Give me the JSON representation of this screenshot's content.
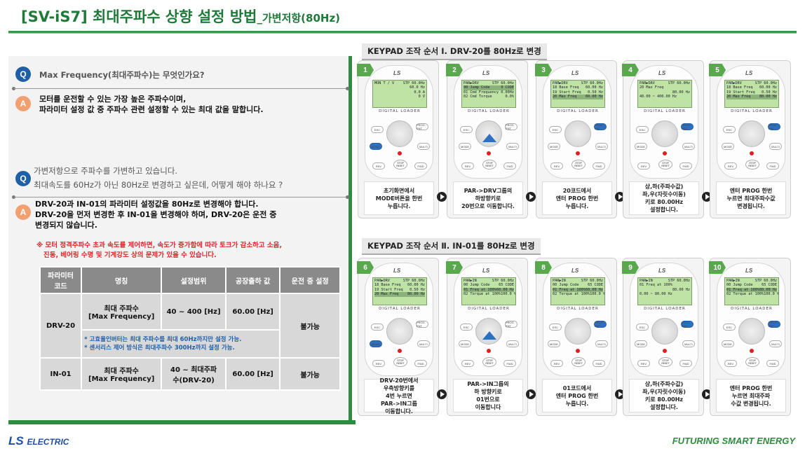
{
  "title": {
    "main": "[SV-iS7] 최대주파수 상향 설정 방법",
    "sub": "_가변저항(80Hz)"
  },
  "qa": {
    "q1": "Max Frequency(최대주파수)는 무엇인가요?",
    "a1": [
      "모터를 운전할 수 있는 가장 높은 주파수이며,",
      "파라미터 설정 값 중 주파수 관련 설정할 수 있는 최대 값을 말합니다."
    ],
    "q2": [
      "가변저항으로 주파수를 가변하고 있습니다.",
      "최대속도를 60Hz가 아닌 80Hz로 변경하고 싶은데, 어떻게 해야 하나요 ?"
    ],
    "a2": [
      "DRV-20과 IN-01의 파라미터 설정값을 80Hz로 변경해야 합니다.",
      "DRV-20을 먼저 변경한 후 IN-01을 변경해야 하며, DRV-20은 운전 중",
      "변경되지 않습니다."
    ],
    "badge_q": "Q",
    "badge_a": "A"
  },
  "warning": [
    "※ 모터 정격주파수 초과 속도를 제어하면, 속도가 증가함에 따라 토크가 감소하고 소음,",
    "진동, 베어링 수명  및 기계강도 상의 문제가 있을 수 있습니다."
  ],
  "table": {
    "headers": [
      "파라미터\n코드",
      "명칭",
      "설정범위",
      "공장출하 값",
      "운전 중 설정"
    ],
    "rows": [
      {
        "code": "DRV-20",
        "name": "최대 주파수\n[Max Frequency]",
        "range": "40 ~ 400 [Hz]",
        "default": "60.00 [Hz]",
        "run": "불가능",
        "note": [
          "* 고효율인버터는 최대 주파수를 최대 60Hz까지만 설정 가능.",
          "* 센서리스 제어 방식은 최대주파수 300Hz까지 설정 가능."
        ]
      },
      {
        "code": "IN-01",
        "name": "최대 주파수\n[Max Frequency]",
        "range": "40 ~ 최대주파\n수(DRV-20)",
        "default": "60.00 [Hz]",
        "run": "불가능"
      }
    ]
  },
  "sections": {
    "s1": "KEYPAD 조작 순서 Ⅰ. DRV-20를 80Hz로 변경",
    "s2": "KEYPAD 조작 순서 Ⅱ. IN-01를 80Hz로 변경"
  },
  "keypad": {
    "logo": "LS",
    "digital_loader": "DIGITAL LOADER",
    "keys": {
      "esc": "ESC",
      "prog": "PROG ENT",
      "mode": "MODE",
      "multi": "MULTI",
      "rev": "REV",
      "fwd": "FWD",
      "stop": "STOP RESET"
    }
  },
  "steps": [
    {
      "num": "1",
      "lcd": [
        [
          "MON  T / V",
          "STP  60.0Hz"
        ],
        [
          "",
          "60.0  Hz"
        ],
        [
          "",
          "0.0  A"
        ],
        [
          "",
          "0  V"
        ]
      ],
      "hl": -1,
      "caption": "초기화면에서\nMODE버튼을 한번\n누릅니다.",
      "key": "mode"
    },
    {
      "num": "2",
      "lcd": [
        [
          "PAR▶DRV",
          "STP  60.0Hz"
        ],
        [
          "00 Jump Code",
          "9 CODE"
        ],
        [
          "01 Cmd Frequency",
          "0.00Hz"
        ],
        [
          "02 Cmd Torque",
          "0.0%"
        ]
      ],
      "hl": 1,
      "caption": "PAR->DRV그룹의\n하방향키로\n20번으로 이동합니다.",
      "key": "down"
    },
    {
      "num": "3",
      "lcd": [
        [
          "PAR▶DRV",
          "STP  60.0Hz"
        ],
        [
          "18 Base Freq",
          "60.00 Hz"
        ],
        [
          "19 Start Freq",
          "0.50 Hz"
        ],
        [
          "20 Max Freq",
          "60.00 Hz"
        ]
      ],
      "hl": 3,
      "caption": "20코드에서\n엔터 PROG 한번\n누릅니다.",
      "key": "prog"
    },
    {
      "num": "4",
      "lcd": [
        [
          "PAR▶DRV",
          "STP  60.0Hz"
        ],
        [
          "20  Max Freq",
          ""
        ],
        [
          "",
          "80.00  Hz"
        ],
        [
          "40.00 ~ 400.00 Hz",
          ""
        ]
      ],
      "hl": -1,
      "caption": "상,하(주파수값)\n좌,우(자릿수이동)\n키로 80.00Hz\n설정합니다.",
      "key": "prog"
    },
    {
      "num": "5",
      "lcd": [
        [
          "PAR▶DRV",
          "STP  60.0Hz"
        ],
        [
          "18 Base Freq",
          "60.00 Hz"
        ],
        [
          "19 Start Freq",
          "0.50 Hz"
        ],
        [
          "20 Max Freq",
          "80.00 Hz"
        ]
      ],
      "hl": 3,
      "caption": "엔터 PROG 한번\n누르면 최대주파수값\n변경됩니다.",
      "key": "prog"
    },
    {
      "num": "6",
      "lcd": [
        [
          "PAR▶DRV",
          "STP  60.0Hz"
        ],
        [
          "18 Base Freq",
          "60.00 Hz"
        ],
        [
          "19 Start Freq",
          "0.50 Hz"
        ],
        [
          "20 Max Freq",
          "80.00 Hz"
        ]
      ],
      "hl": 3,
      "caption": "DRV-20번에서\n우측방향키를\n4번 누르면\nPAR->IN그룹\n이동합니다.",
      "key": "mode"
    },
    {
      "num": "7",
      "lcd": [
        [
          "PAR▶IN",
          "STP  60.0Hz"
        ],
        [
          "00 Jump Code",
          "65 CODE"
        ],
        [
          "01 Freq at 100%",
          "60.00 Hz"
        ],
        [
          "02 Torque at 100%",
          "100.0 %"
        ]
      ],
      "hl": 2,
      "caption": "PAR->IN그룹의\n하  방향키로\n01번으로\n이동합니다",
      "key": "down"
    },
    {
      "num": "8",
      "lcd": [
        [
          "PAR▶IN",
          "STP  60.0Hz"
        ],
        [
          "00 Jump Code",
          "65 CODE"
        ],
        [
          "01 Freq at 100%",
          "60.00 Hz"
        ],
        [
          "02 Torque at 100%",
          "100.0 %"
        ]
      ],
      "hl": 2,
      "caption": "01코드에서\n엔터 PROG 한번\n누릅니다.",
      "key": "prog"
    },
    {
      "num": "9",
      "lcd": [
        [
          "PAR▶IN",
          "STP  60.0Hz"
        ],
        [
          "01  Freq at 100%",
          ""
        ],
        [
          "",
          "80.00  Hz"
        ],
        [
          "0.00 ~ 80.00 Hz",
          ""
        ]
      ],
      "hl": -1,
      "caption": "상,하(주파수값)\n좌,우(자릿수이동)\n키로 80.00Hz\n설정합니다.",
      "key": "prog"
    },
    {
      "num": "10",
      "lcd": [
        [
          "PAR▶IN",
          "STP  60.0Hz"
        ],
        [
          "00 Jump Code",
          "65 CODE"
        ],
        [
          "01 Freq at 100%",
          "80.00 Hz"
        ],
        [
          "02 Torque at 100%",
          "100.0 %"
        ]
      ],
      "hl": 2,
      "caption": "엔터 PROG 한번\n누르면 최대주파\n수값 변경됩니다.",
      "key": "prog"
    }
  ],
  "footer": {
    "brand": "LS",
    "brand_sub": "ELECTRIC",
    "slogan": "FUTURING SMART ENERGY"
  },
  "colors": {
    "green": "#2e8b40",
    "blue": "#1f5fa8",
    "orange": "#f2a070",
    "red": "#e0262a"
  }
}
